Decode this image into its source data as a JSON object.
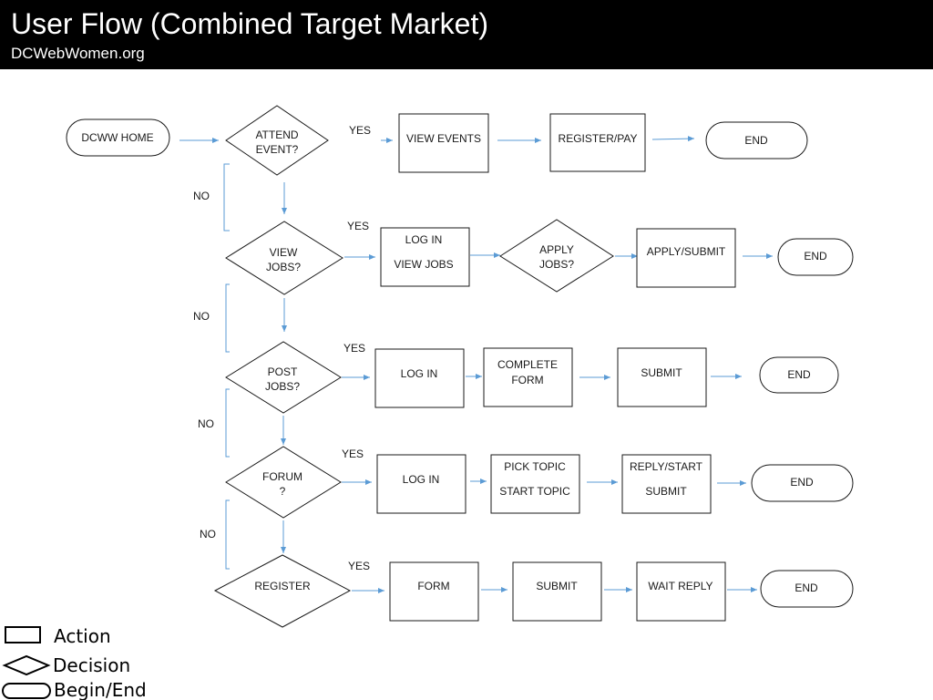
{
  "header": {
    "title": "User Flow (Combined Target Market)",
    "subtitle": "DCWebWomen.org"
  },
  "colors": {
    "arrow": "#5b9bd5",
    "stroke": "#1a1a1a",
    "header_bg": "#000000"
  },
  "flow": {
    "start": "DCWW HOME",
    "rows": [
      {
        "decision": [
          "ATTEND",
          "EVENT?"
        ],
        "actions": [
          [
            "VIEW EVENTS"
          ],
          [
            "REGISTER/PAY"
          ]
        ],
        "end": "END"
      },
      {
        "decision": [
          "VIEW",
          "JOBS?"
        ],
        "actions": [
          [
            "LOG IN",
            "VIEW JOBS"
          ]
        ],
        "inner_decision": [
          "APPLY",
          "JOBS?"
        ],
        "actions_after": [
          [
            "APPLY/SUBMIT"
          ]
        ],
        "end": "END"
      },
      {
        "decision": [
          "POST",
          "JOBS?"
        ],
        "actions": [
          [
            "LOG IN"
          ],
          [
            "COMPLETE",
            "FORM"
          ],
          [
            "SUBMIT"
          ]
        ],
        "end": "END"
      },
      {
        "decision": [
          "FORUM",
          "?"
        ],
        "actions": [
          [
            "LOG IN"
          ],
          [
            "PICK TOPIC",
            "START TOPIC"
          ],
          [
            "REPLY/START",
            "SUBMIT"
          ]
        ],
        "end": "END"
      },
      {
        "decision": [
          "REGISTER"
        ],
        "actions": [
          [
            "FORM"
          ],
          [
            "SUBMIT"
          ],
          [
            "WAIT REPLY"
          ]
        ],
        "end": "END"
      }
    ],
    "yes_label": "YES",
    "no_label": "NO"
  },
  "legend": {
    "action": "Action",
    "decision": "Decision",
    "begin_end": "Begin/End"
  }
}
